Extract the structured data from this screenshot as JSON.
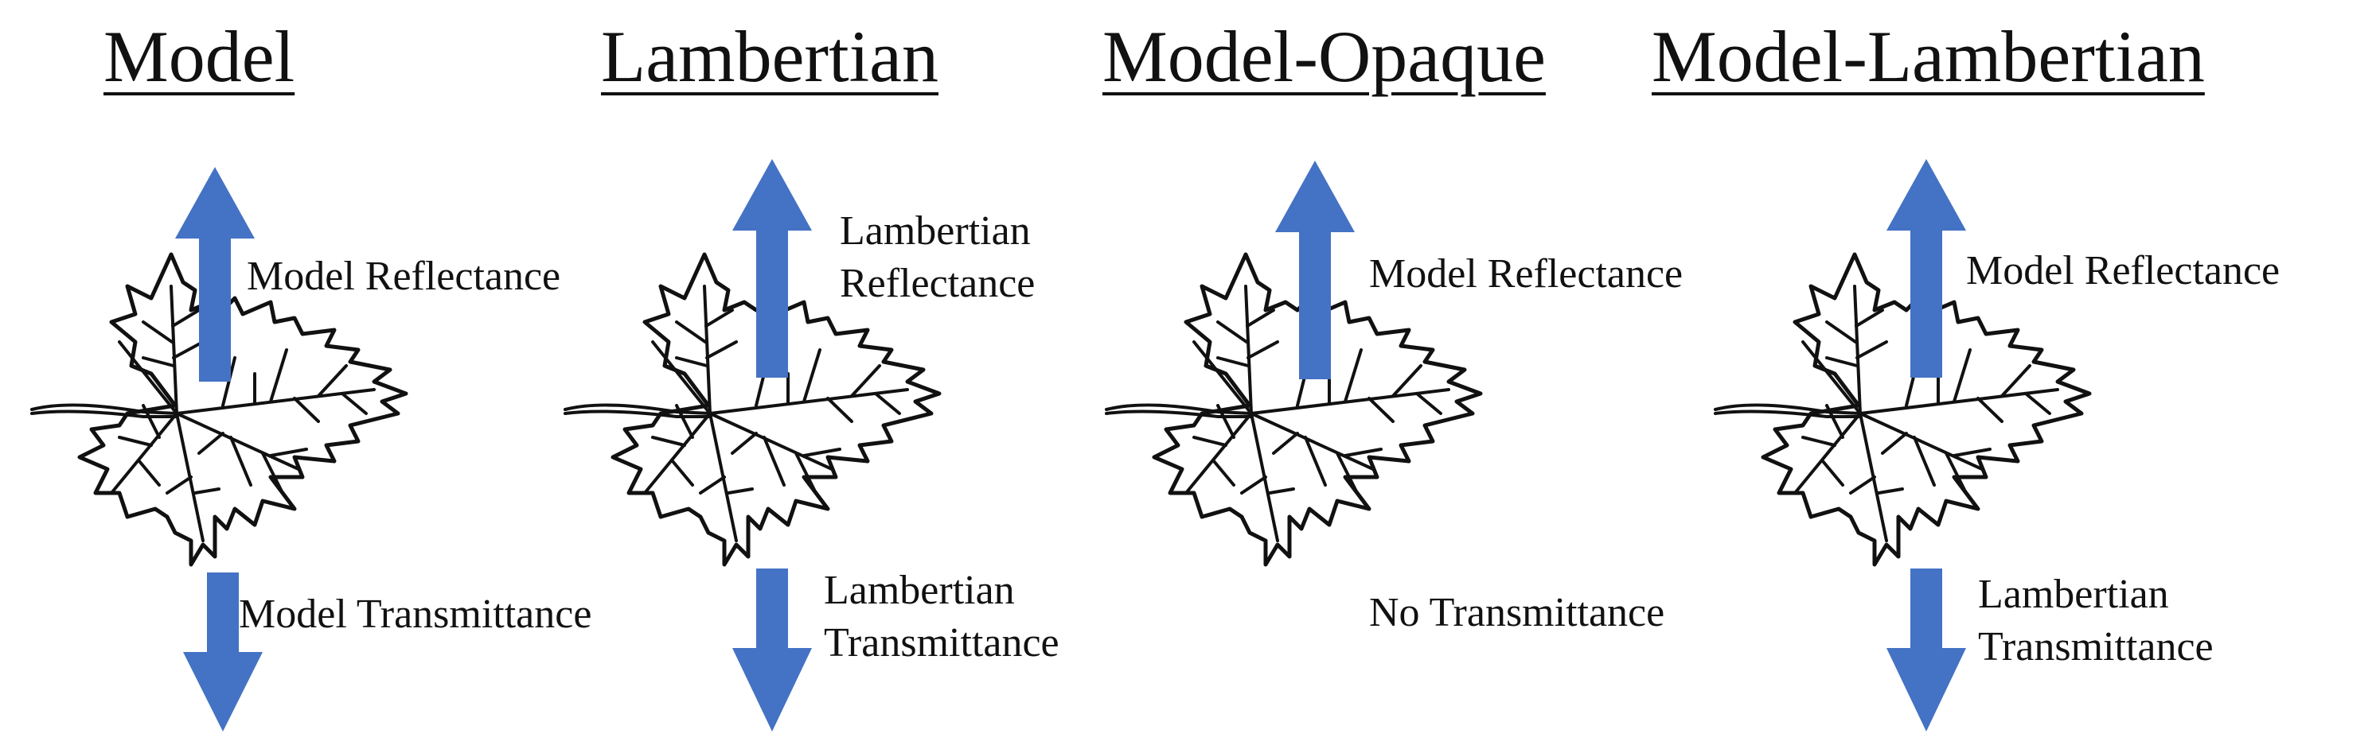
{
  "panels": [
    {
      "title": "Model",
      "reflectance": [
        "Model Reflectance"
      ],
      "transmittance": [
        "Model Transmittance"
      ],
      "has_transmittance_arrow": true
    },
    {
      "title": "Lambertian",
      "reflectance": [
        "Lambertian",
        "Reflectance"
      ],
      "transmittance": [
        "Lambertian",
        "Transmittance"
      ],
      "has_transmittance_arrow": true
    },
    {
      "title": "Model-Opaque",
      "reflectance": [
        "Model Reflectance"
      ],
      "transmittance": [
        "No Transmittance"
      ],
      "has_transmittance_arrow": false
    },
    {
      "title": "Model-Lambertian",
      "reflectance": [
        "Model Reflectance"
      ],
      "transmittance": [
        "Lambertian",
        "Transmittance"
      ],
      "has_transmittance_arrow": true
    }
  ],
  "colors": {
    "arrow": "#4472C4",
    "leaf_outline": "#111111"
  }
}
